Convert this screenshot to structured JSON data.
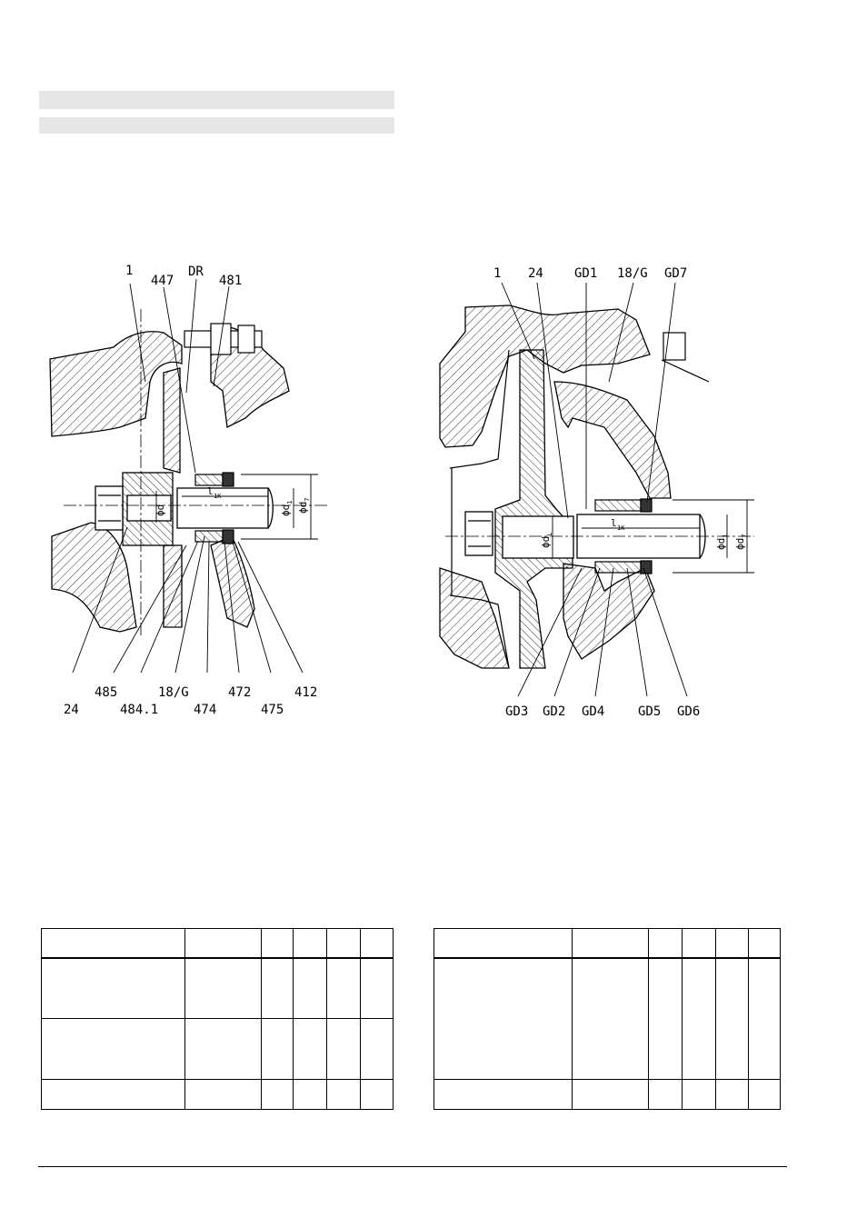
{
  "left_drawing": {
    "labels_top": [
      "1",
      "447",
      "DR",
      "481"
    ],
    "labels_bottom": [
      "24",
      "485",
      "484.1",
      "18/G",
      "474",
      "472",
      "475",
      "412"
    ],
    "dims": {
      "d1": "ϕd",
      "l1k": "l",
      "l1k_sub": "1K",
      "phi_d1": "ϕd",
      "phi_d1_sub": "1",
      "phi_d7": "ϕd",
      "phi_d7_sub": "7"
    }
  },
  "right_drawing": {
    "labels_top": [
      "1",
      "24",
      "GD1",
      "18/G",
      "GD7"
    ],
    "labels_bottom": [
      "GD3",
      "GD2",
      "GD4",
      "GD5",
      "GD6"
    ],
    "dims": {
      "dl": "ϕd",
      "dl_sub": "L",
      "l1k": "l",
      "l1k_sub": "1K",
      "phi_d1": "ϕd",
      "phi_d1_sub": "1",
      "phi_d7": "ϕd",
      "phi_d7_sub": "7"
    }
  }
}
